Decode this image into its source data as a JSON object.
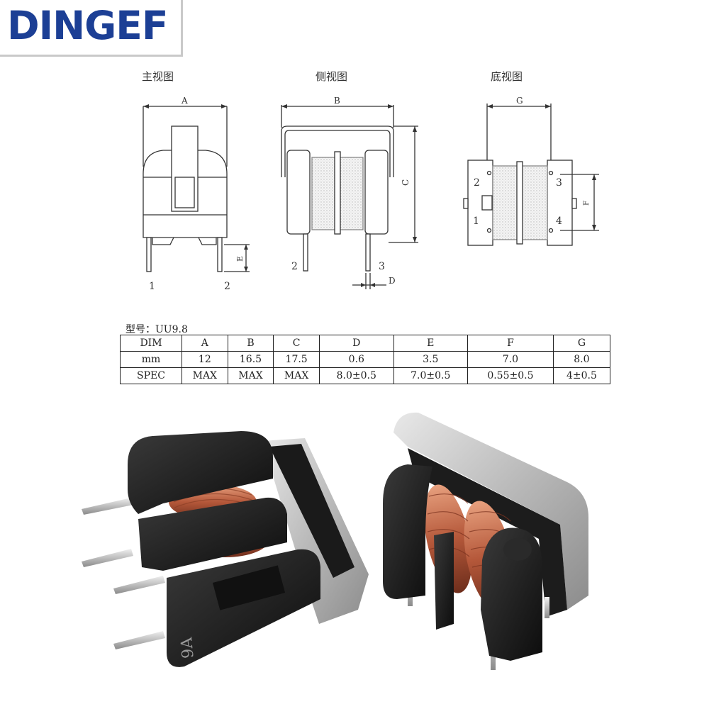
{
  "brand": "DINGEF",
  "views": {
    "front": "主视图",
    "side": "侧视图",
    "bottom": "底视图"
  },
  "dimension_labels": {
    "A": "A",
    "B": "B",
    "C": "C",
    "D": "D",
    "E": "E",
    "F": "F",
    "G": "G"
  },
  "pin_labels": {
    "front_left": "1",
    "front_right": "2",
    "side_left": "2",
    "side_right": "3",
    "bottom_2": "2",
    "bottom_1": "1",
    "bottom_3": "3",
    "bottom_4": "4"
  },
  "model": "型号：UU9.8",
  "table": {
    "headers": [
      "DIM",
      "A",
      "B",
      "C",
      "D",
      "E",
      "F",
      "G"
    ],
    "rows": [
      [
        "mm",
        "12",
        "16.5",
        "17.5",
        "0.6",
        "3.5",
        "7.0",
        "8.0"
      ],
      [
        "SPEC",
        "MAX",
        "MAX",
        "MAX",
        "8.0±0.5",
        "7.0±0.5",
        "0.55±0.5",
        "4±0.5"
      ]
    ]
  },
  "part_marking": "9A"
}
